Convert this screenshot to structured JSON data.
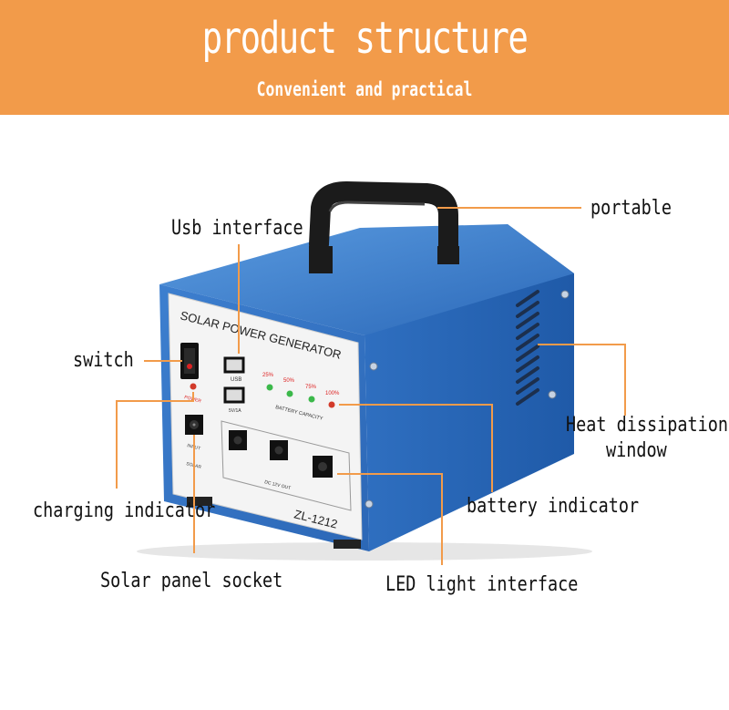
{
  "banner": {
    "title": "product structure",
    "subtitle": "Convenient and practical",
    "color": "#f29b4a"
  },
  "device": {
    "panel_title": "SOLAR POWER GENERATOR",
    "usb_label": "USB",
    "usb_rating": "5V/1A",
    "power_label": "POWER",
    "solar_label_1": "INPUT",
    "solar_label_2": "SOLAR",
    "battery_levels": [
      "25%",
      "50%",
      "75%",
      "100%"
    ],
    "battery_caption": "BATTERY CAPACITY",
    "dc_out_label": "DC 12V OUT",
    "model": "ZL-1212",
    "case_color": "#2f6fc0"
  },
  "callouts": {
    "usb_interface": "Usb interface",
    "portable": "portable",
    "switch": "switch",
    "heat_line1": "Heat dissipation",
    "heat_line2": "window",
    "charging_indicator": "charging indicator",
    "battery_indicator": "battery indicator",
    "solar_socket": "Solar panel socket",
    "led_interface": "LED light interface"
  },
  "leader_color": "#f29b4a"
}
